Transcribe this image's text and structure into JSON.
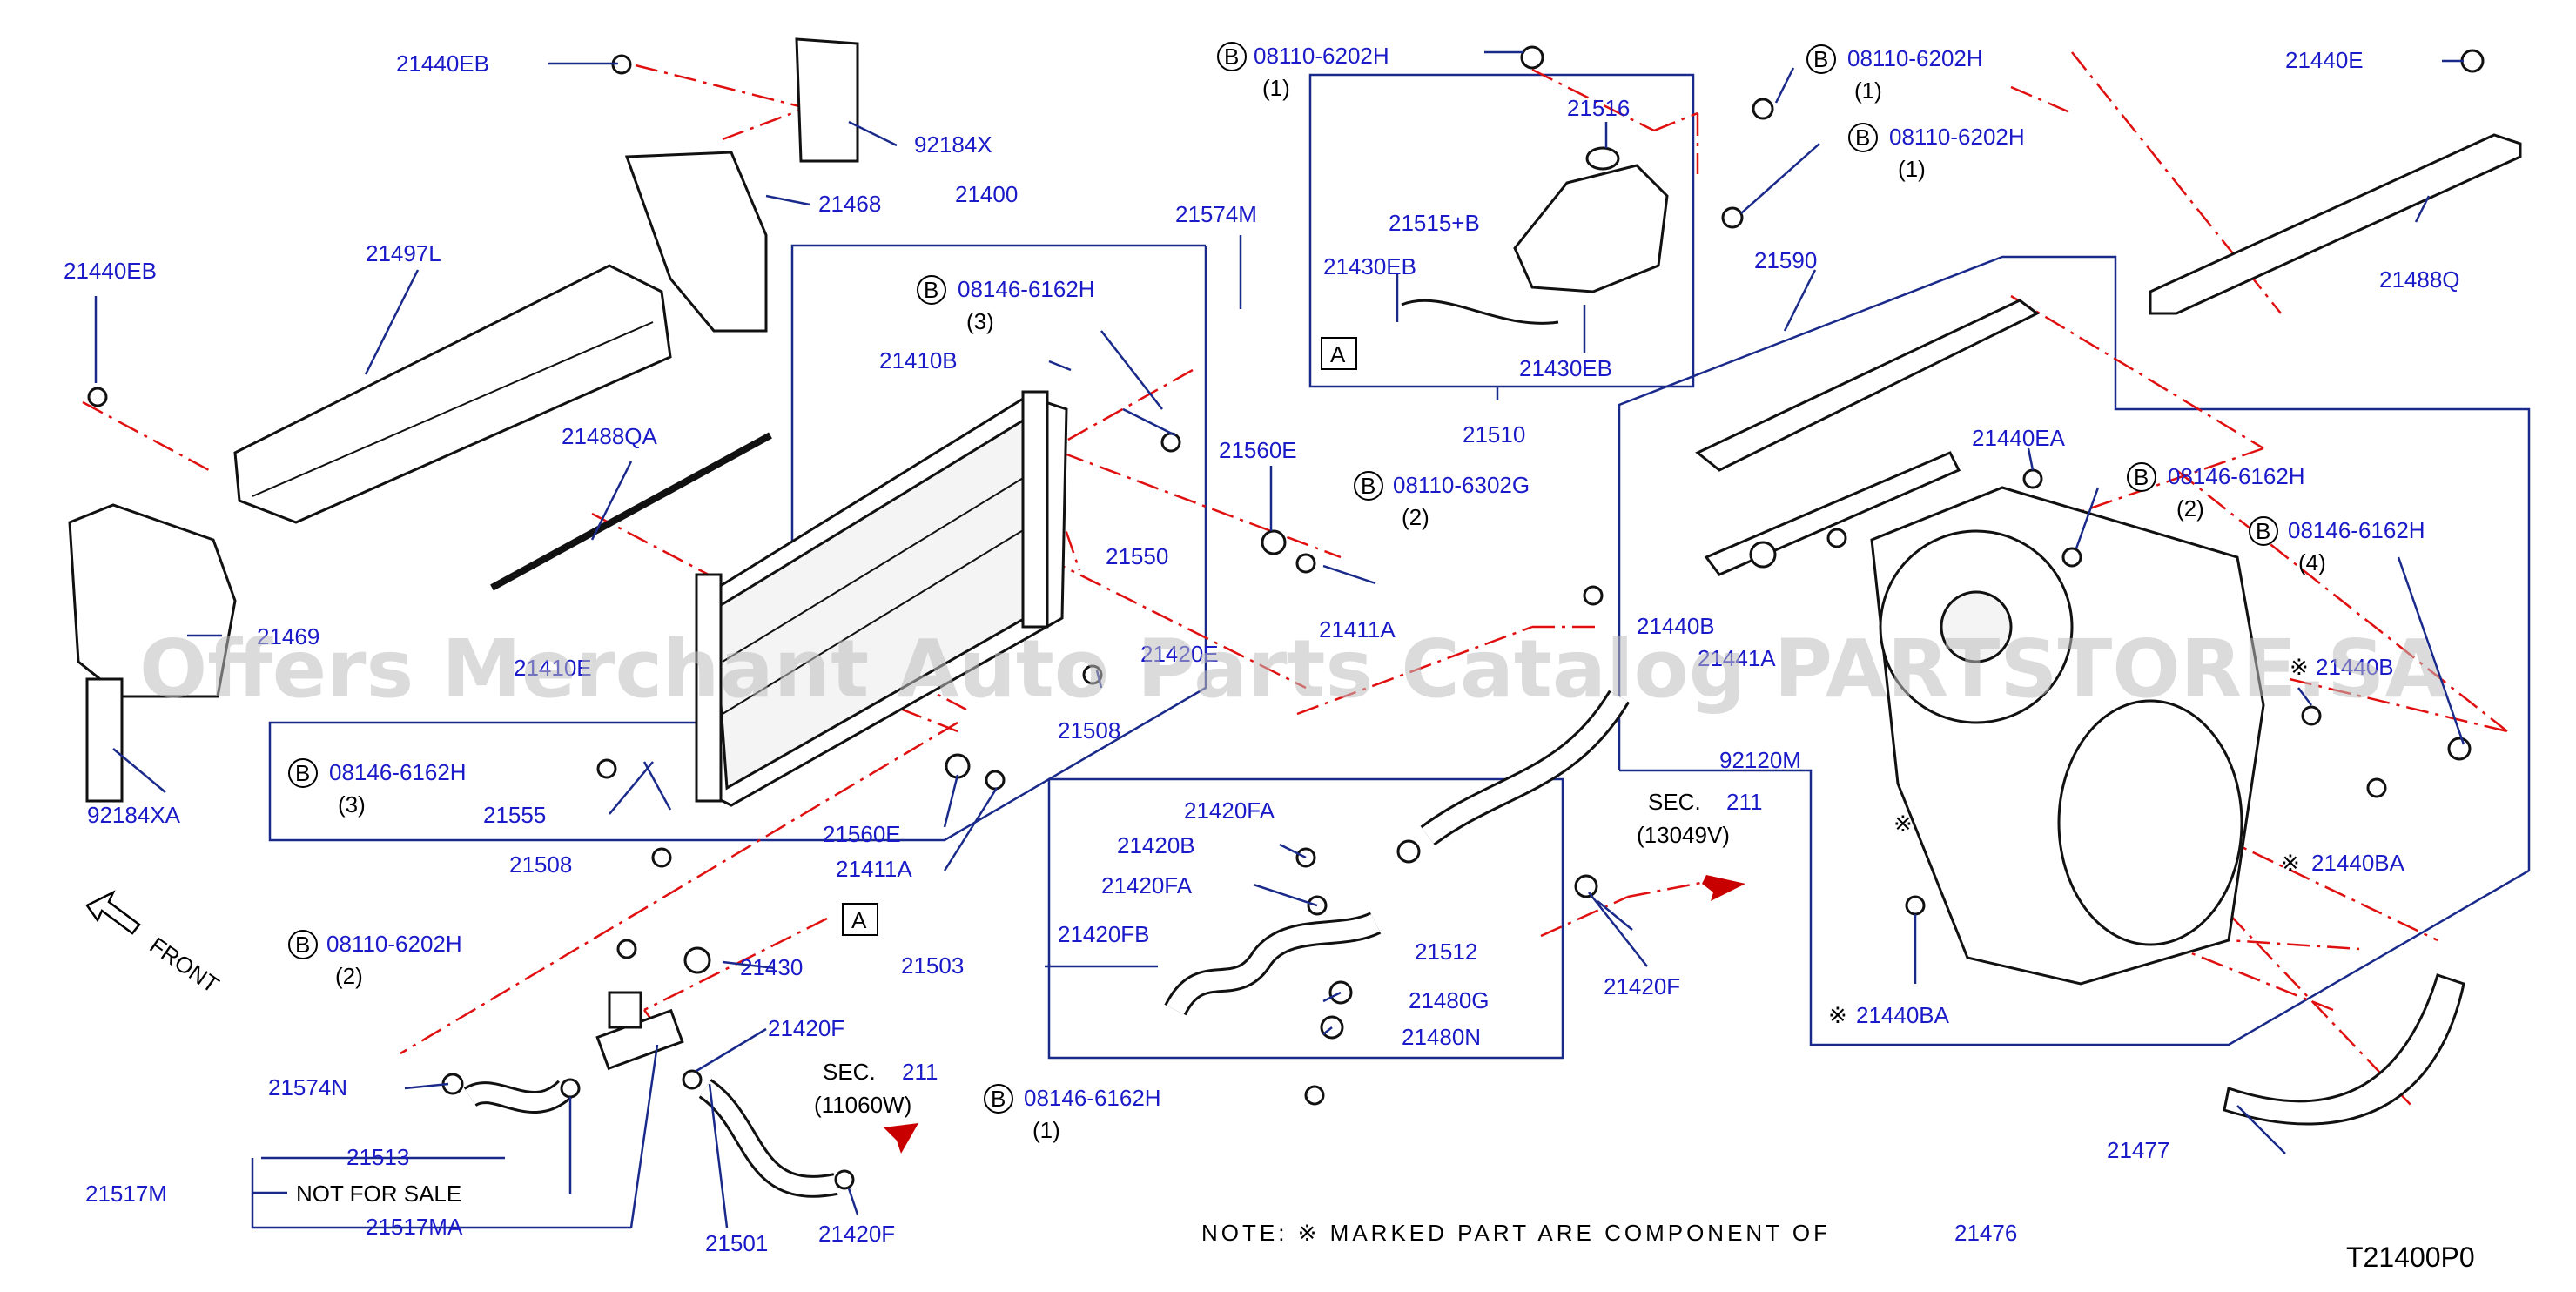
{
  "labels": {
    "p21440EB_a": "21440EB",
    "p92184X": "92184X",
    "p21468": "21468",
    "p21400": "21400",
    "p21574M": "21574M",
    "p21440EB_b": "21440EB",
    "p21497L": "21497L",
    "p21410B": "21410B",
    "p21488QA": "21488QA",
    "p21560E_a": "21560E",
    "p21550": "21550",
    "p21469": "21469",
    "p21411A_a": "21411A",
    "p21410E": "21410E",
    "p21420E": "21420E",
    "p21508_a": "21508",
    "p92184XA": "92184XA",
    "p21555": "21555",
    "p21508_b": "21508",
    "p21560E_b": "21560E",
    "p21411A_b": "21411A",
    "p21516": "21516",
    "p21515B": "21515+B",
    "p21430EB_a": "21430EB",
    "p21430EB_b": "21430EB",
    "p21510": "21510",
    "p21590": "21590",
    "p21440E": "21440E",
    "p21488Q": "21488Q",
    "p21440EA": "21440EA",
    "p21440B": "21440B",
    "p21441A": "21441A",
    "p92120M": "92120M",
    "p21440B_b": "21440B",
    "p21440BA_a": "21440BA",
    "p21440BA_b": "21440BA",
    "p21477": "21477",
    "p21420FA_a": "21420FA",
    "p21420B": "21420B",
    "p21420FA_b": "21420FA",
    "p21420FB": "21420FB",
    "p21512": "21512",
    "p21503": "21503",
    "p21480G": "21480G",
    "p21480N": "21480N",
    "p21420F_a": "21420F",
    "p21430": "21430",
    "p21574N": "21574N",
    "p21513": "21513",
    "p21517M": "21517M",
    "p21517MA": "21517MA",
    "p21501": "21501",
    "p21420F_b": "21420F",
    "p21420F_c": "21420F",
    "not_for_sale": "NOT   FOR  SALE",
    "front": "FRONT",
    "sec_label": "SEC.",
    "sec211": "211",
    "sec_13049": "(13049V)",
    "sec_11060": "(11060W)"
  },
  "bolts": {
    "b1_num": "08110-6202H",
    "b1_qty": "(1)",
    "b2_num": "08110-6202H",
    "b2_qty": "(1)",
    "b3_num": "08110-6202H",
    "b3_qty": "(1)",
    "b4_num": "08146-6162H",
    "b4_qty": "(3)",
    "b5_num": "08110-6302G",
    "b5_qty": "(2)",
    "b6_num": "08146-6162H",
    "b6_qty": "(2)",
    "b7_num": "08146-6162H",
    "b7_qty": "(4)",
    "b8_num": "08146-6162H",
    "b8_qty": "(3)",
    "b9_num": "08110-6202H",
    "b9_qty": "(2)",
    "b10_num": "08146-6162H",
    "b10_qty": "(1)",
    "b_letter": "B"
  },
  "refs": {
    "A": "A"
  },
  "note": {
    "text": "NOTE:   ※ MARKED  PART  ARE  COMPONENT  OF",
    "part": "21476"
  },
  "diagram_code": "T21400P0",
  "watermark": "Offers Merchant Auto Parts Catalog PARTSTORE.SA",
  "star": "※",
  "colors": {
    "label": "#1a1ac8",
    "leader": "#1a2a8a",
    "centerline": "#e01010"
  }
}
